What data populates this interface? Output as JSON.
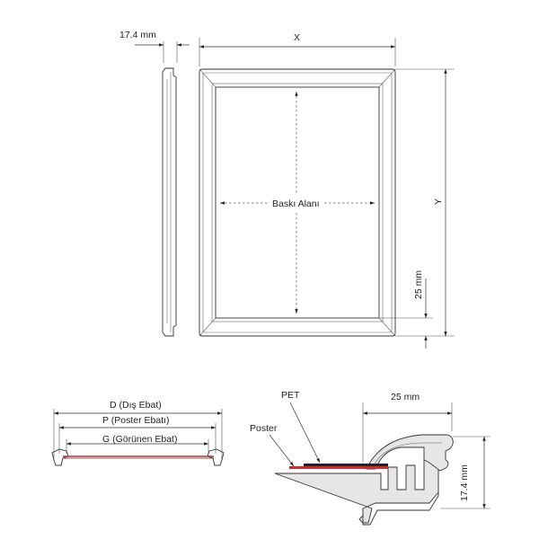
{
  "labels": {
    "depth_top": "17.4 mm",
    "width": "X",
    "height": "Y",
    "print_area": "Baskı Alanı",
    "border_side": "25 mm",
    "outer_size": "D (Dış Ebat)",
    "poster_size": "P (Poster Ebatı)",
    "visible_size": "G (Görünen Ebat)",
    "pet": "PET",
    "poster": "Poster",
    "profile_width": "25 mm",
    "profile_height": "17.4 mm"
  },
  "colors": {
    "line": "#333333",
    "poster_layer": "#d9262c",
    "pet_layer": "#222222",
    "profile_fill": "#e6e6e6"
  }
}
